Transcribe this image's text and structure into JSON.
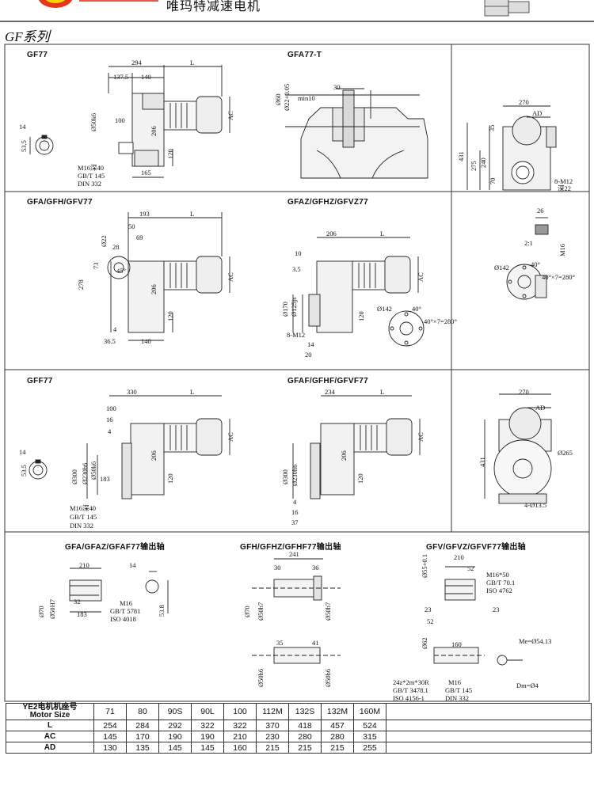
{
  "header": {
    "brand": "唯玛特减速电机",
    "series": "GF系列"
  },
  "panels": {
    "gf77": {
      "title": "GF77",
      "dims": [
        "294",
        "L",
        "137.5",
        "140",
        "100",
        "Ø50k6",
        "206",
        "AC",
        "120",
        "165",
        "14",
        "53.5"
      ],
      "note": [
        "M16深40",
        "GB/T 145",
        "DIN 332"
      ]
    },
    "gfa77t": {
      "title": "GFA77-T",
      "dims": [
        "30",
        "min10",
        "Ø60",
        "Ø22+0.05"
      ]
    },
    "side1": {
      "dims": [
        "270",
        "AD",
        "35",
        "431",
        "275",
        "240",
        "70",
        "8-M12",
        "深22"
      ]
    },
    "gfa_gfh_gfv77": {
      "title": "GFA/GFH/GFV77",
      "dims": [
        "193",
        "L",
        "50",
        "69",
        "Ø22",
        "28",
        "73",
        "45°",
        "278",
        "206",
        "AC",
        "120",
        "4",
        "36.5",
        "140"
      ]
    },
    "gfaz77": {
      "title": "GFAZ/GFHZ/GFVZ77",
      "dims": [
        "206",
        "L",
        "10",
        "3.5",
        "Ø170",
        "Ø125js",
        "120",
        "8-M12",
        "14",
        "20",
        "Ø142",
        "40°",
        "40°×7=280°",
        "AC"
      ]
    },
    "flange1": {
      "dims": [
        "26",
        "2:1",
        "M16",
        "Ø142",
        "40°",
        "40°×7=280°"
      ]
    },
    "gff77": {
      "title": "GFF77",
      "dims": [
        "330",
        "L",
        "100",
        "16",
        "4",
        "Ø300",
        "Ø230h6",
        "Ø50k6",
        "206",
        "AC",
        "120",
        "183",
        "14",
        "53.5"
      ],
      "note": [
        "M16深40",
        "GB/T 145",
        "DIN 332"
      ]
    },
    "gfaf77": {
      "title": "GFAF/GFHF/GFVF77",
      "dims": [
        "234",
        "L",
        "Ø300",
        "Ø230h6",
        "206",
        "AC",
        "120",
        "4",
        "16",
        "37"
      ]
    },
    "side2": {
      "dims": [
        "270",
        "AD",
        "431",
        "Ø265",
        "4-Ø13.5"
      ]
    },
    "out1": {
      "title": "GFA/GFAZ/GFAF77输出轴",
      "dims": [
        "210",
        "14",
        "Ø70",
        "Ø50H7",
        "32",
        "183",
        "53.8"
      ],
      "note": [
        "M16",
        "GB/T 5781",
        "ISO 4018"
      ]
    },
    "out2": {
      "title": "GFH/GFHZ/GFHF77输出轴",
      "dims": [
        "241",
        "30",
        "36",
        "Ø70",
        "Ø50h7",
        "Ø50h7",
        "35",
        "41",
        "Ø50h6",
        "Ø50h6"
      ]
    },
    "out3": {
      "title": "GFV/GFVZ/GFVF77输出轴",
      "dims": [
        "210",
        "52",
        "Ø55+0.1",
        "M16*50",
        "GB/T 70.1",
        "ISO 4762",
        "23",
        "23",
        "52",
        "Ø62",
        "160",
        "Me=Ø54.13",
        "Dm=Ø4"
      ],
      "note": [
        "24z*2m*30R",
        "GB/T 3478.1",
        "ISO 4156-1",
        "M16",
        "GB/T 145",
        "DIN 332"
      ]
    }
  },
  "motor_table": {
    "header_label": [
      "YE2电机机座号",
      "Motor Size"
    ],
    "columns": [
      "71",
      "80",
      "90S",
      "90L",
      "100",
      "112M",
      "132S",
      "132M",
      "160M"
    ],
    "rows": [
      {
        "label": "L",
        "values": [
          "254",
          "284",
          "292",
          "322",
          "322",
          "370",
          "418",
          "457",
          "524"
        ]
      },
      {
        "label": "AC",
        "values": [
          "145",
          "170",
          "190",
          "190",
          "210",
          "230",
          "280",
          "280",
          "315"
        ]
      },
      {
        "label": "AD",
        "values": [
          "130",
          "135",
          "145",
          "145",
          "160",
          "215",
          "215",
          "215",
          "255"
        ]
      }
    ]
  }
}
